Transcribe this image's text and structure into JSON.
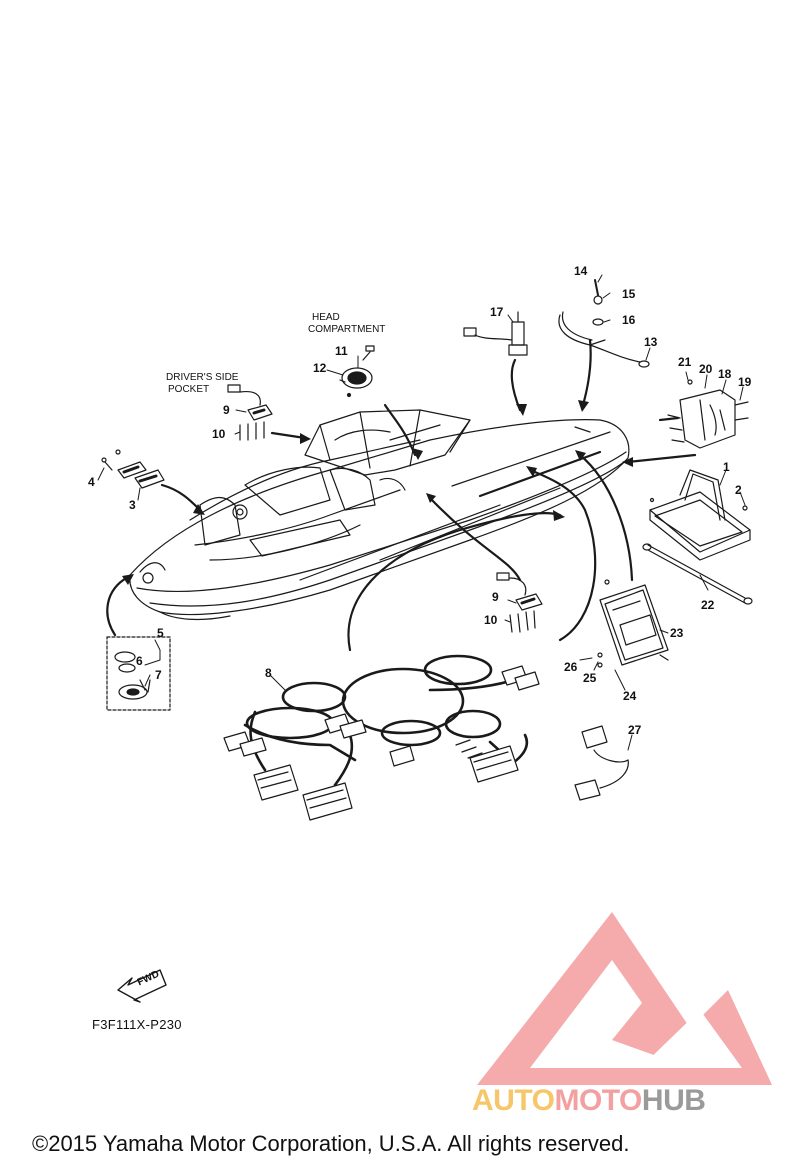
{
  "diagram": {
    "notes": {
      "head_line1": "HEAD",
      "head_line2": "COMPARTMENT",
      "driver_line1": "DRIVER'S SIDE",
      "driver_line2": "POCKET"
    },
    "part_numbers": {
      "p1": "1",
      "p2": "2",
      "p3": "3",
      "p4": "4",
      "p5": "5",
      "p6": "6",
      "p7": "7",
      "p8": "8",
      "p9a": "9",
      "p9b": "9",
      "p10a": "10",
      "p10b": "10",
      "p11": "11",
      "p12": "12",
      "p13": "13",
      "p14": "14",
      "p15": "15",
      "p16": "16",
      "p17": "17",
      "p18": "18",
      "p19": "19",
      "p20": "20",
      "p21": "21",
      "p22": "22",
      "p23": "23",
      "p24": "24",
      "p25": "25",
      "p26": "26",
      "p27": "27"
    },
    "forward_badge": "FWD",
    "diagram_code": "F3F111X-P230"
  },
  "watermark": {
    "part1": "AUTO",
    "part2": "MOTO",
    "part3": "HUB",
    "colors": {
      "auto": "#f5c76a",
      "moto": "#f2a0a0",
      "hub": "#9a9a9a",
      "logo": "#f4a6a6"
    }
  },
  "footer": {
    "copyright": "©2015 Yamaha Motor Corporation, U.S.A. All rights reserved."
  }
}
